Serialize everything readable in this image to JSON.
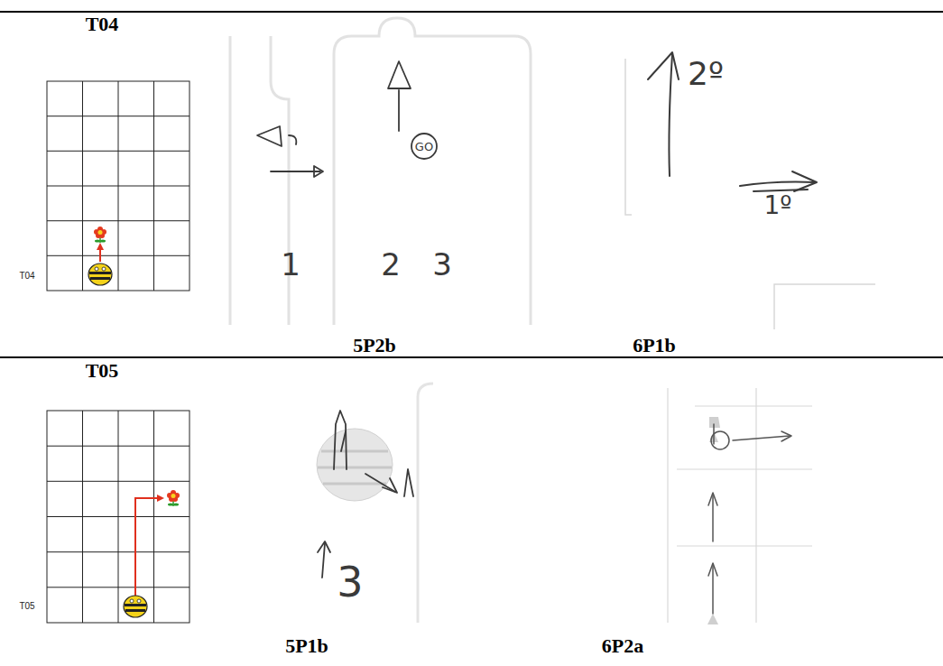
{
  "diagram": {
    "labels": [
      "T04",
      "T04",
      "5P2b",
      "6P1b",
      "GO",
      "1",
      "2",
      "3",
      "2º",
      "1º",
      "T05",
      "T05",
      "5P1b",
      "6P2a",
      "3"
    ]
  }
}
